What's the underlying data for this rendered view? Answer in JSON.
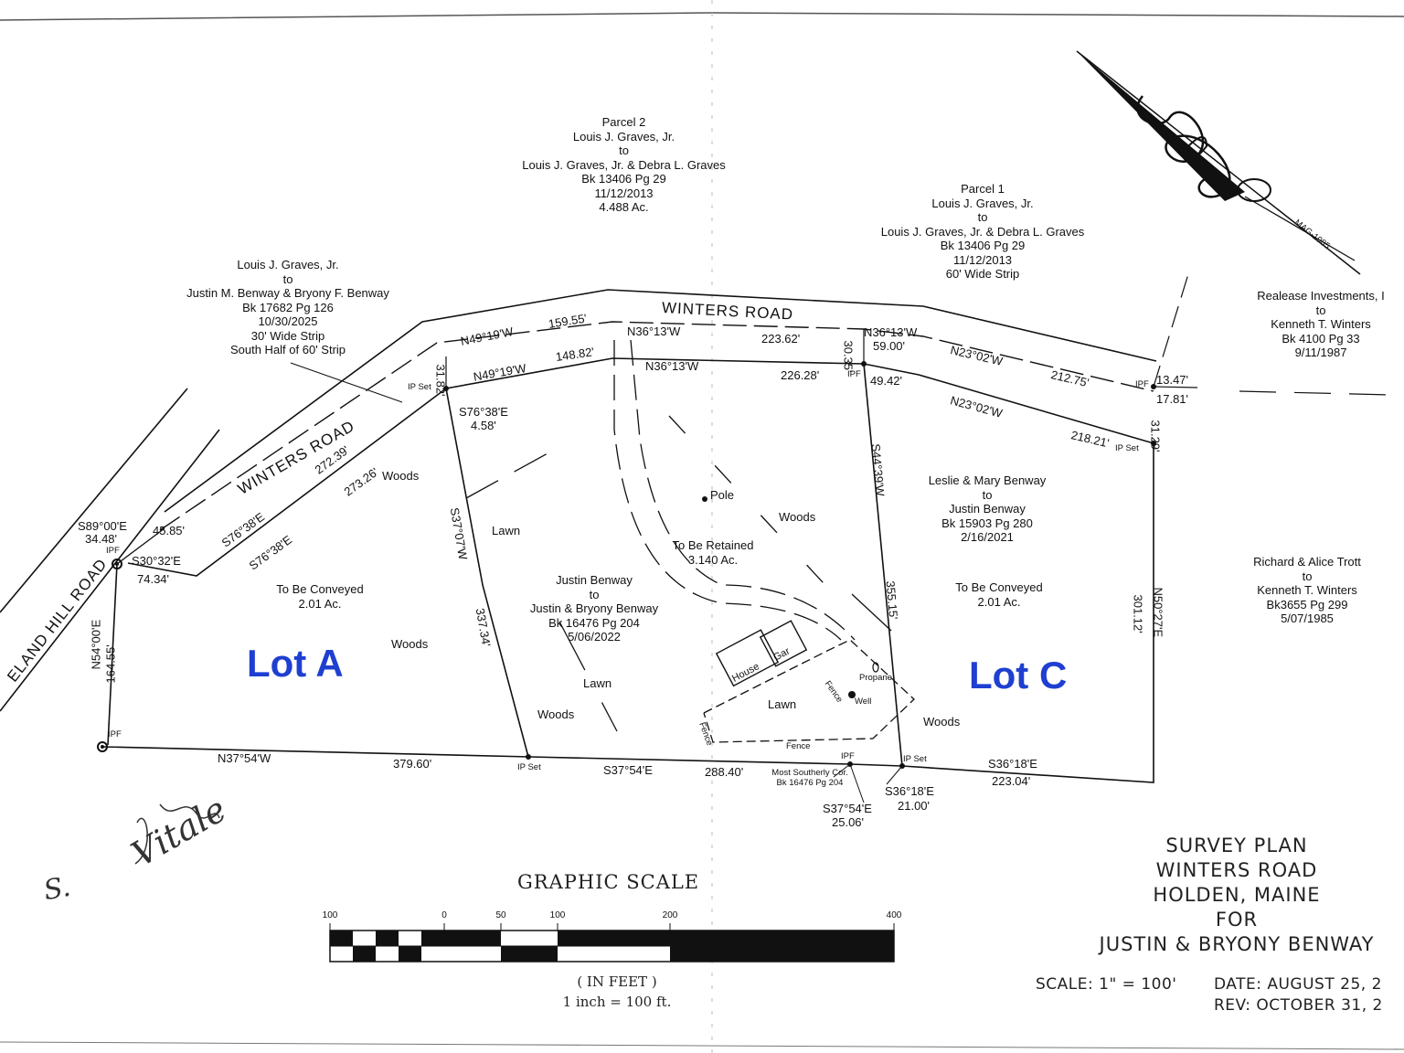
{
  "title_block": {
    "line1": "SURVEY PLAN",
    "line2": "WINTERS ROAD",
    "line3": "HOLDEN, MAINE",
    "line4": "FOR",
    "line5": "JUSTIN & BRYONY BENWAY",
    "scale": "SCALE:  1\" = 100'",
    "date": "DATE:  AUGUST 25, 2",
    "rev": "REV:  OCTOBER 31, 2"
  },
  "graphic_scale": {
    "title": "GRAPHIC SCALE",
    "units": "( IN FEET )",
    "ratio": "1 inch = 100  ft.",
    "ticks": [
      "100",
      "0",
      "50",
      "100",
      "200",
      "400"
    ]
  },
  "north_arrow": {
    "label": "MAG-1985"
  },
  "lots": {
    "a": "Lot A",
    "c": "Lot C"
  },
  "roads": {
    "winters_top": "WINTERS  ROAD",
    "winters_diag": "WINTERS  ROAD",
    "cleland": "ELAND HILL ROAD"
  },
  "deeds": {
    "parcel2": [
      "Parcel 2",
      "Louis J. Graves, Jr.",
      "to",
      "Louis J. Graves, Jr. & Debra L. Graves",
      "Bk 13406 Pg 29",
      "11/12/2013",
      "4.488 Ac."
    ],
    "parcel1": [
      "Parcel 1",
      "Louis J. Graves, Jr.",
      "to",
      "Louis J. Graves, Jr. & Debra L. Graves",
      "Bk 13406 Pg 29",
      "11/12/2013",
      "60' Wide Strip"
    ],
    "strip": [
      "Louis J. Graves, Jr.",
      "to",
      "Justin M. Benway & Bryony F. Benway",
      "Bk 17682 Pg 126",
      "10/30/2025",
      "30' Wide Strip",
      "South Half of 60' Strip"
    ],
    "realease": [
      "Realease Investments, I",
      "to",
      "Kenneth T. Winters",
      "Bk 4100 Pg 33",
      "9/11/1987"
    ],
    "leslie": [
      "Leslie & Mary Benway",
      "to",
      "Justin Benway",
      "Bk 15903 Pg 280",
      "2/16/2021"
    ],
    "trott": [
      "Richard & Alice Trott",
      "to",
      "Kenneth T. Winters",
      "Bk3655 Pg 299",
      "5/07/1985"
    ],
    "center": [
      "Justin Benway",
      "to",
      "Justin & Bryony Benway",
      "Bk 16476 Pg 204",
      "5/06/2022"
    ]
  },
  "areas": {
    "conveyed_a": [
      "To Be Conveyed",
      "2.01 Ac."
    ],
    "conveyed_c": [
      "To Be Conveyed",
      "2.01 Ac."
    ],
    "retained": [
      "To Be Retained",
      "3.140 Ac."
    ]
  },
  "features": {
    "woods": "Woods",
    "lawn": "Lawn",
    "pole": "Pole",
    "house": "House",
    "gar": "Gar",
    "fence": "Fence",
    "propane": "Propane",
    "well": "Well"
  },
  "markers": {
    "ipf": "IPF",
    "ip_set": "IP Set",
    "most_southerly": [
      "Most Southerly Cor.",
      "Bk 16476 Pg 204"
    ]
  },
  "bearings": {
    "b1": "N49°19'W",
    "d1": "159.55'",
    "b2": "N36°13'W",
    "d2": "223.62'",
    "b3": "N36°13'W",
    "d3": "59.00'",
    "b4": "N23°02'W",
    "d4": "212.75'",
    "b5": "N49°19'W",
    "d5": "148.82'",
    "b6": "N36°13'W",
    "d6": "226.28'",
    "d7": "49.42'",
    "b8": "N23°02'W",
    "d8": "218.21'",
    "d9": "13.47'",
    "d10": "17.81'",
    "d11": "31.29'",
    "d12": "30.35'",
    "d13": "31.82'",
    "b14": "S76°38'E",
    "d14": "4.58'",
    "b15": "S76°38'E",
    "d15": "272.39'",
    "b16": "S76°38'E",
    "d16": "273.26'",
    "b17": "S89°00'E",
    "d17": "34.48'",
    "d18": "45.85'",
    "b19": "S30°32'E",
    "d19": "74.34'",
    "b20": "N54°00'E",
    "d20": "164.55'",
    "b21": "S37°07'W",
    "d21": "337.34'",
    "b22": "S44°39'W",
    "d22": "355.15'",
    "b23": "N50°27'E",
    "d23": "301.12'",
    "b24": "N37°54'W",
    "d24": "379.60'",
    "b25": "S37°54'E",
    "d25": "288.40'",
    "b26": "S36°18'E",
    "d26": "223.04'",
    "b27": "S36°18'E",
    "d27": "21.00'",
    "b28": "S37°54'E",
    "d28": "25.06'"
  },
  "signature": {
    "initial": "S.",
    "name": "Vitale"
  }
}
